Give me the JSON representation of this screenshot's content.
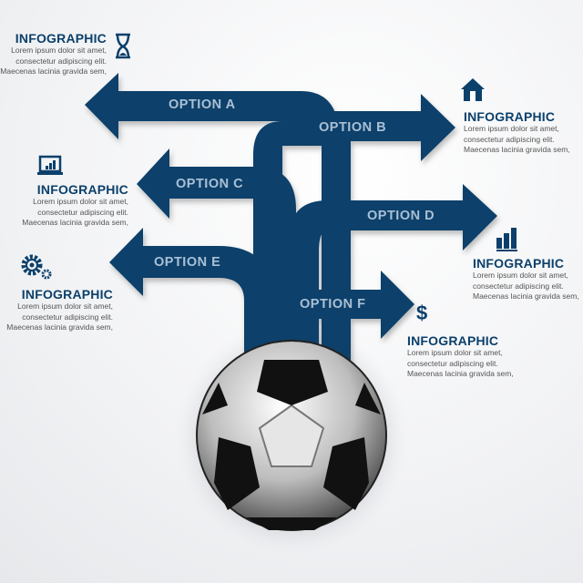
{
  "accent_color": "#0b406b",
  "options": [
    {
      "label": "OPTION A"
    },
    {
      "label": "OPTION B"
    },
    {
      "label": "OPTION C"
    },
    {
      "label": "OPTION D"
    },
    {
      "label": "OPTION E"
    },
    {
      "label": "OPTION F"
    }
  ],
  "blocks": [
    {
      "title": "INFOGRAPHIC",
      "line1": "Lorem ipsum dolor sit amet,",
      "line2": "consectetur adipiscing elit.",
      "line3": "Maecenas lacinia gravida sem,",
      "icon": "hourglass-icon"
    },
    {
      "title": "INFOGRAPHIC",
      "line1": "Lorem ipsum dolor sit amet,",
      "line2": "consectetur adipiscing elit.",
      "line3": "Maecenas lacinia gravida sem,",
      "icon": "home-icon"
    },
    {
      "title": "INFOGRAPHIC",
      "line1": "Lorem ipsum dolor sit amet,",
      "line2": "consectetur adipiscing elit.",
      "line3": "Maecenas lacinia gravida sem,",
      "icon": "laptop-chart-icon"
    },
    {
      "title": "INFOGRAPHIC",
      "line1": "Lorem ipsum dolor sit amet,",
      "line2": "consectetur adipiscing elit.",
      "line3": "Maecenas lacinia gravida sem,",
      "icon": "bar-chart-icon"
    },
    {
      "title": "INFOGRAPHIC",
      "line1": "Lorem ipsum dolor sit amet,",
      "line2": "consectetur adipiscing elit.",
      "line3": "Maecenas lacinia gravida sem,",
      "icon": "gears-icon"
    },
    {
      "title": "INFOGRAPHIC",
      "line1": "Lorem ipsum dolor sit amet,",
      "line2": "consectetur adipiscing elit.",
      "line3": "Maecenas lacinia gravida sem,",
      "icon": "dollar-icon"
    }
  ]
}
